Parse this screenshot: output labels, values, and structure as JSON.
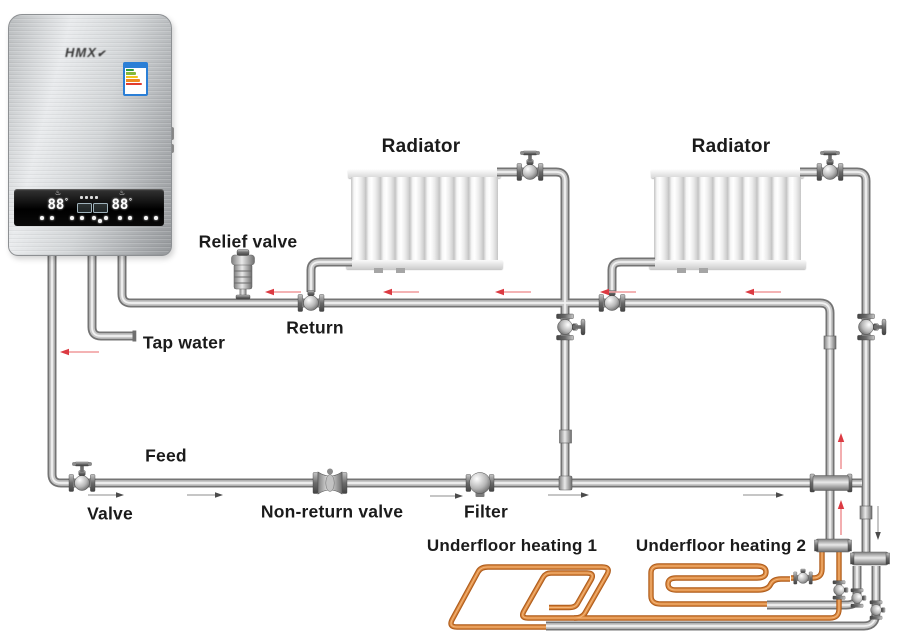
{
  "diagram": {
    "type": "electric-boiler-heating-installation",
    "labels": {
      "radiator_1": "Radiator",
      "radiator_2": "Radiator",
      "relief_valve": "Relief valve",
      "return_line": "Return",
      "tap_water": "Tap water",
      "feed_line": "Feed",
      "valve": "Valve",
      "non_return_valve": "Non-return valve",
      "filter": "Filter",
      "underfloor_1": "Underfloor heating 1",
      "underfloor_2": "Underfloor heating 2"
    },
    "boiler": {
      "logo": "HMX",
      "logo_mark": "✔",
      "left_display": "88",
      "right_display": "88",
      "degree_symbol": "°",
      "heat_icon": "♨"
    },
    "colors": {
      "pipe_gray": "#9b9b9b",
      "pipe_highlight": "#f1f1f1",
      "underfloor_orange": "#dd8a40",
      "flow_arrow_red": "#dc3a42",
      "flow_arrow_gray": "#4b4b4b",
      "label_text": "#1b1b1b",
      "energy_label_blue": "#2b7fd6"
    }
  }
}
